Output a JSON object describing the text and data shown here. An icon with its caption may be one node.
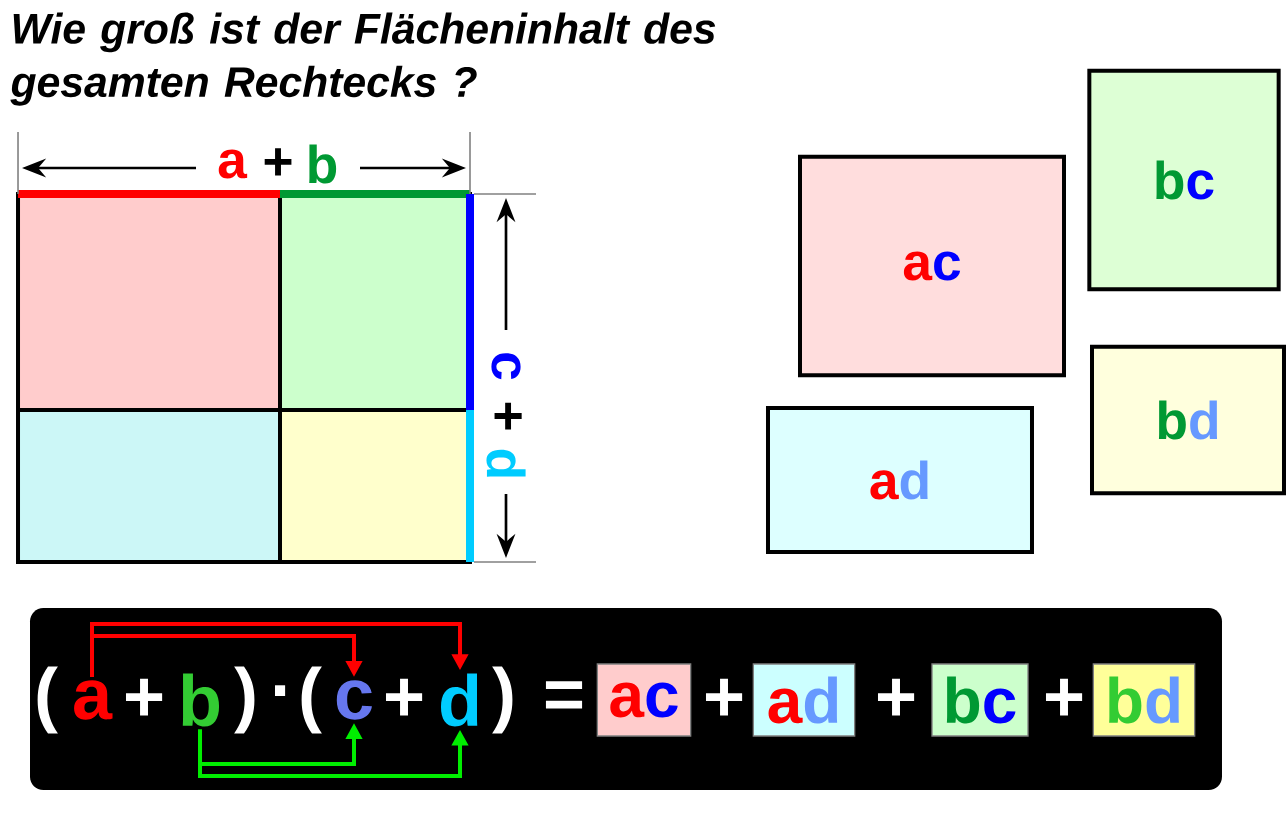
{
  "diagram": {
    "title": "Wie groß ist der Flächeninhalt des gesamten Rechtecks ?",
    "nodes": [
      {
        "text": [
          "a",
          "c"
        ]
      },
      {
        "text": [
          "b",
          "c"
        ]
      },
      {
        "text": [
          "a",
          "d"
        ]
      },
      {
        "text": [
          "b",
          "d"
        ]
      },
      {
        "text": [
          "a"
        ]
      },
      {
        "text": [
          "b"
        ]
      },
      {
        "text": [
          "c"
        ]
      },
      {
        "text": [
          "d"
        ]
      },
      {
        "text": [
          "a",
          "c"
        ]
      },
      {
        "text": [
          "a",
          "d"
        ]
      },
      {
        "text": [
          "b",
          "c"
        ]
      },
      {
        "text": [
          "b",
          "d"
        ]
      }
    ],
    "edges": [
      {
        "from": 4,
        "to": 6,
        "arrow": "to",
        "color": "#ff0000"
      },
      {
        "from": 4,
        "to": 7,
        "arrow": "to",
        "color": "#ff0000"
      },
      {
        "from": 5,
        "to": 6,
        "arrow": "to",
        "color": "#00ee00"
      },
      {
        "from": 5,
        "to": 7,
        "arrow": "to",
        "color": "#00ee00"
      }
    ],
    "labels": [
      "a",
      "+",
      "b",
      "c",
      "+",
      "d",
      "(",
      "+",
      ")",
      "·",
      "(",
      "+",
      ")",
      "=",
      "+",
      "+",
      "+"
    ]
  }
}
